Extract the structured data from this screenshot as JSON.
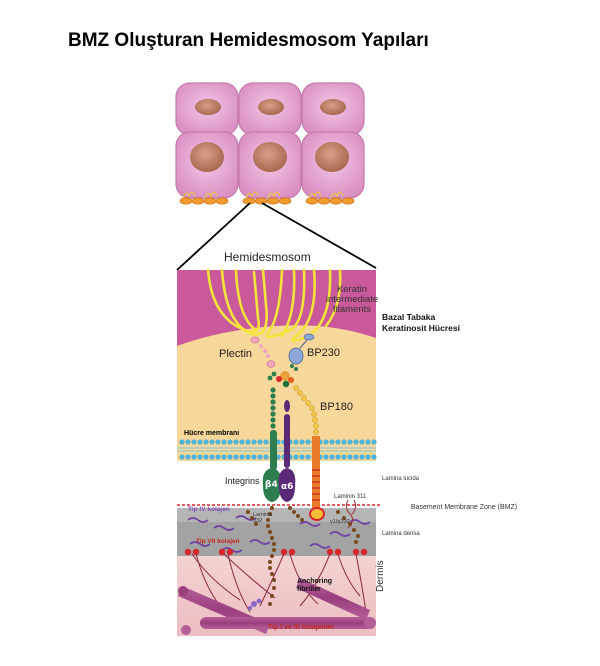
{
  "title": "BMZ Oluşturan Hemidesmosom Yapıları",
  "labels": {
    "hemidesmosom": "Hemidesmosom",
    "keratin": "Keratin intermediate filaments",
    "bazal": "Bazal Tabaka Keratinosit Hücresi",
    "plectin": "Plectin",
    "bp230": "BP230",
    "bp180": "BP180",
    "hucre_membrani": "Hücre membranı",
    "integrins": "Integrins",
    "beta4": "β4",
    "alpha6": "α6",
    "lamina_lucida": "Lamina lucida",
    "laminin311": "Laminin 311",
    "bmz": "Basement Membrane Zone (BMZ)",
    "tip4": "Tip IV kolajen",
    "laminin332": "Laminin 332",
    "gamma": "γ1/p200",
    "lamina_densa": "Lamina densa",
    "tip7": "Tip VII kolajen",
    "anchoring": "Anchoring fibriller",
    "dermis": "Dermis",
    "tip13": "Tip I ve III kolajenler"
  },
  "colors": {
    "cytoplasm": "#f7d79a",
    "keratin_zone": "#c9599a",
    "cell_pink": "#e6a9d2",
    "nucleus": "#c98a72",
    "membrane": "#4fb3d8",
    "basement_grey": "#a3a3a3",
    "dermis_pink": "#efc3c6",
    "collagen": "#a64f8c",
    "keratin_fiber": "#f4e33a",
    "integrin_beta4": "#2e7d4f",
    "integrin_alpha6": "#5a2a76"
  }
}
